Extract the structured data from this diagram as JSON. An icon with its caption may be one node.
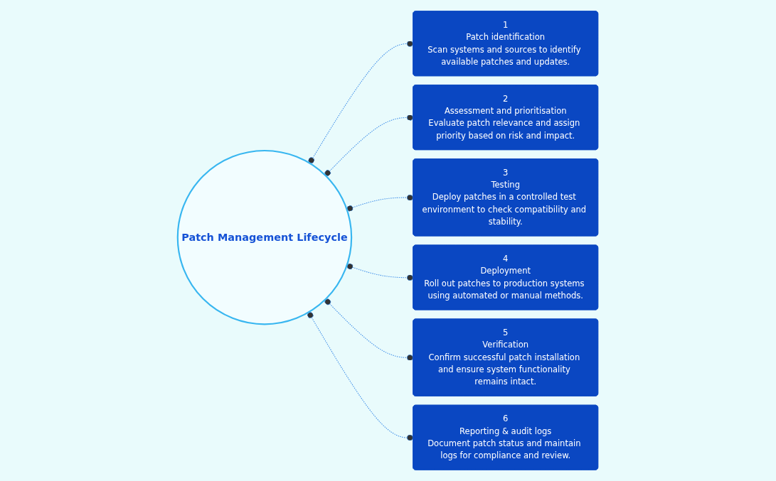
{
  "diagram": {
    "nodes": [
      {
        "text": [
          "Patch Management Lifecycle"
        ]
      },
      {
        "text": [
          "1",
          "Patch identification",
          "Scan systems and sources to identify available patches and updates."
        ]
      },
      {
        "text": [
          "2",
          "Assessment and prioritisation",
          "Evaluate patch relevance and assign priority based on risk and impact."
        ]
      },
      {
        "text": [
          "3",
          "Testing",
          "Deploy patches in a controlled test environment to check compatibility and stability."
        ]
      },
      {
        "text": [
          "4",
          "Deployment",
          "Roll out patches to production systems using automated or manual methods."
        ]
      },
      {
        "text": [
          "5",
          "Verification",
          "Confirm successful patch installation and ensure system functionality remains intact."
        ]
      },
      {
        "text": [
          "6",
          "Reporting & audit logs",
          "Document patch status and maintain logs for compliance and review."
        ]
      }
    ],
    "edges": [
      {
        "from": 0,
        "to": 1,
        "arrow": "other",
        "style": "dashed"
      },
      {
        "from": 0,
        "to": 2,
        "arrow": "other",
        "style": "dashed"
      },
      {
        "from": 0,
        "to": 3,
        "arrow": "other",
        "style": "dashed"
      },
      {
        "from": 0,
        "to": 4,
        "arrow": "other",
        "style": "dashed"
      },
      {
        "from": 0,
        "to": 5,
        "arrow": "other",
        "style": "dashed"
      },
      {
        "from": 0,
        "to": 6,
        "arrow": "other",
        "style": "dashed"
      }
    ]
  }
}
